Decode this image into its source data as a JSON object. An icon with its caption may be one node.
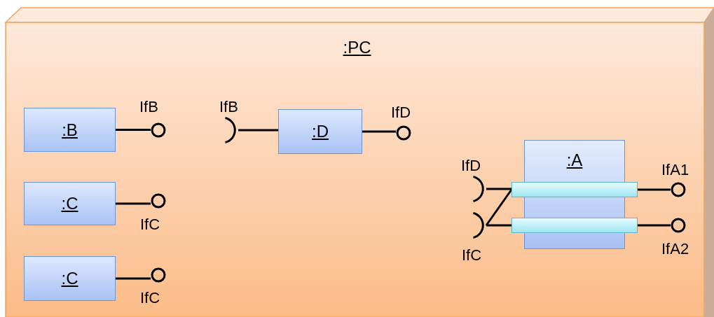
{
  "diagram": {
    "nodes": [
      {
        "text": [
          ":PC"
        ]
      },
      {
        "text": [
          ":B"
        ],
        "in": 0
      },
      {
        "text": [],
        "shape": "circle",
        "beside": [
          "IfB"
        ],
        "in": 0
      },
      {
        "text": [],
        "shape": "arc",
        "beside": [
          "IfB"
        ],
        "in": 0
      },
      {
        "text": [
          ":D"
        ],
        "in": 0
      },
      {
        "text": [],
        "shape": "circle",
        "beside": [
          "IfD"
        ],
        "in": 0
      },
      {
        "text": [
          ":C"
        ],
        "in": 0
      },
      {
        "text": [],
        "shape": "circle",
        "beside": [
          "IfC"
        ],
        "in": 0
      },
      {
        "text": [],
        "shape": "arc",
        "beside": [
          "IfD"
        ],
        "in": 0
      },
      {
        "text": [
          ":A"
        ],
        "in": 0
      },
      {
        "text": [],
        "shape": "bar",
        "in": 0
      },
      {
        "text": [],
        "shape": "circle",
        "beside": [
          "IfA1"
        ],
        "in": 0
      },
      {
        "text": [],
        "shape": "arc",
        "beside": [
          "IfC"
        ],
        "in": 0
      },
      {
        "text": [],
        "shape": "bar",
        "in": 0
      },
      {
        "text": [],
        "shape": "circle",
        "beside": [
          "IfA2"
        ],
        "in": 0
      },
      {
        "text": [
          ":C"
        ],
        "in": 0
      },
      {
        "text": [],
        "shape": "circle",
        "beside": [
          "IfC"
        ],
        "in": 0
      }
    ],
    "edges": [
      {
        "from": 1,
        "to": 2,
        "arrow": "none"
      },
      {
        "from": 3,
        "to": 4,
        "arrow": "none"
      },
      {
        "from": 4,
        "to": 5,
        "arrow": "none"
      },
      {
        "from": 6,
        "to": 7,
        "arrow": "none"
      },
      {
        "from": 8,
        "to": 10,
        "arrow": "none"
      },
      {
        "from": 12,
        "to": 10,
        "arrow": "none"
      },
      {
        "from": 12,
        "to": 13,
        "arrow": "none"
      },
      {
        "from": 10,
        "to": 11,
        "arrow": "none"
      },
      {
        "from": 13,
        "to": 14,
        "arrow": "none"
      },
      {
        "from": 15,
        "to": 16,
        "arrow": "none"
      }
    ]
  }
}
